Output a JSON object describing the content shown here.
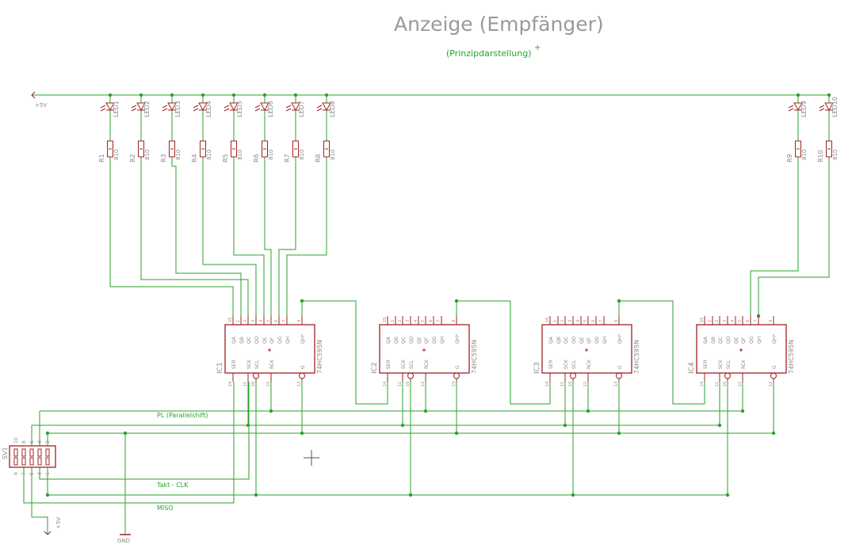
{
  "title": "Anzeige (Empfänger)",
  "subtitle": "(Prinzipdarstellung)",
  "subtitle_mark": "+",
  "supply_label": "+5V",
  "ground_label": "GND",
  "leds": [
    "LED1",
    "LED2",
    "LED3",
    "LED4",
    "LED5",
    "LED6",
    "LED7",
    "LED8",
    "LED9",
    "LED10"
  ],
  "resistors": [
    "R1",
    "R2",
    "R3",
    "R4",
    "R5",
    "R6",
    "R7",
    "R8",
    "R9",
    "R10"
  ],
  "resistor_value": "810",
  "ics": [
    {
      "name": "IC1",
      "part": "74HC595N"
    },
    {
      "name": "IC2",
      "part": "74HC595N"
    },
    {
      "name": "IC3",
      "part": "74HC595N"
    },
    {
      "name": "IC4",
      "part": "74HC595N"
    }
  ],
  "ic_top_pins": [
    "QA",
    "QB",
    "QC",
    "QD",
    "QE",
    "QF",
    "QG",
    "QH",
    "QH*"
  ],
  "ic_top_pin_numbers": [
    "15",
    "1",
    "2",
    "3",
    "4",
    "5",
    "6",
    "7",
    "9"
  ],
  "ic_bottom_pins": [
    "SER",
    "SCK",
    "SCL",
    "RCK",
    "G"
  ],
  "ic_bottom_pin_numbers": [
    "14",
    "11",
    "10",
    "12",
    "13"
  ],
  "connector": {
    "name": "SV1",
    "top_pins": [
      "10",
      "8",
      "6",
      "4",
      "2"
    ],
    "bottom_pins": [
      "9",
      "7",
      "5",
      "3",
      "1"
    ]
  },
  "nets": {
    "pl": "PL (Parallelshift)",
    "clk": "Takt - CLK",
    "miso": "MISO"
  },
  "colors": {
    "wire": "#2aa22a",
    "part": "#a02020",
    "text": "#8a8a8a",
    "title": "#9a9a9a"
  }
}
